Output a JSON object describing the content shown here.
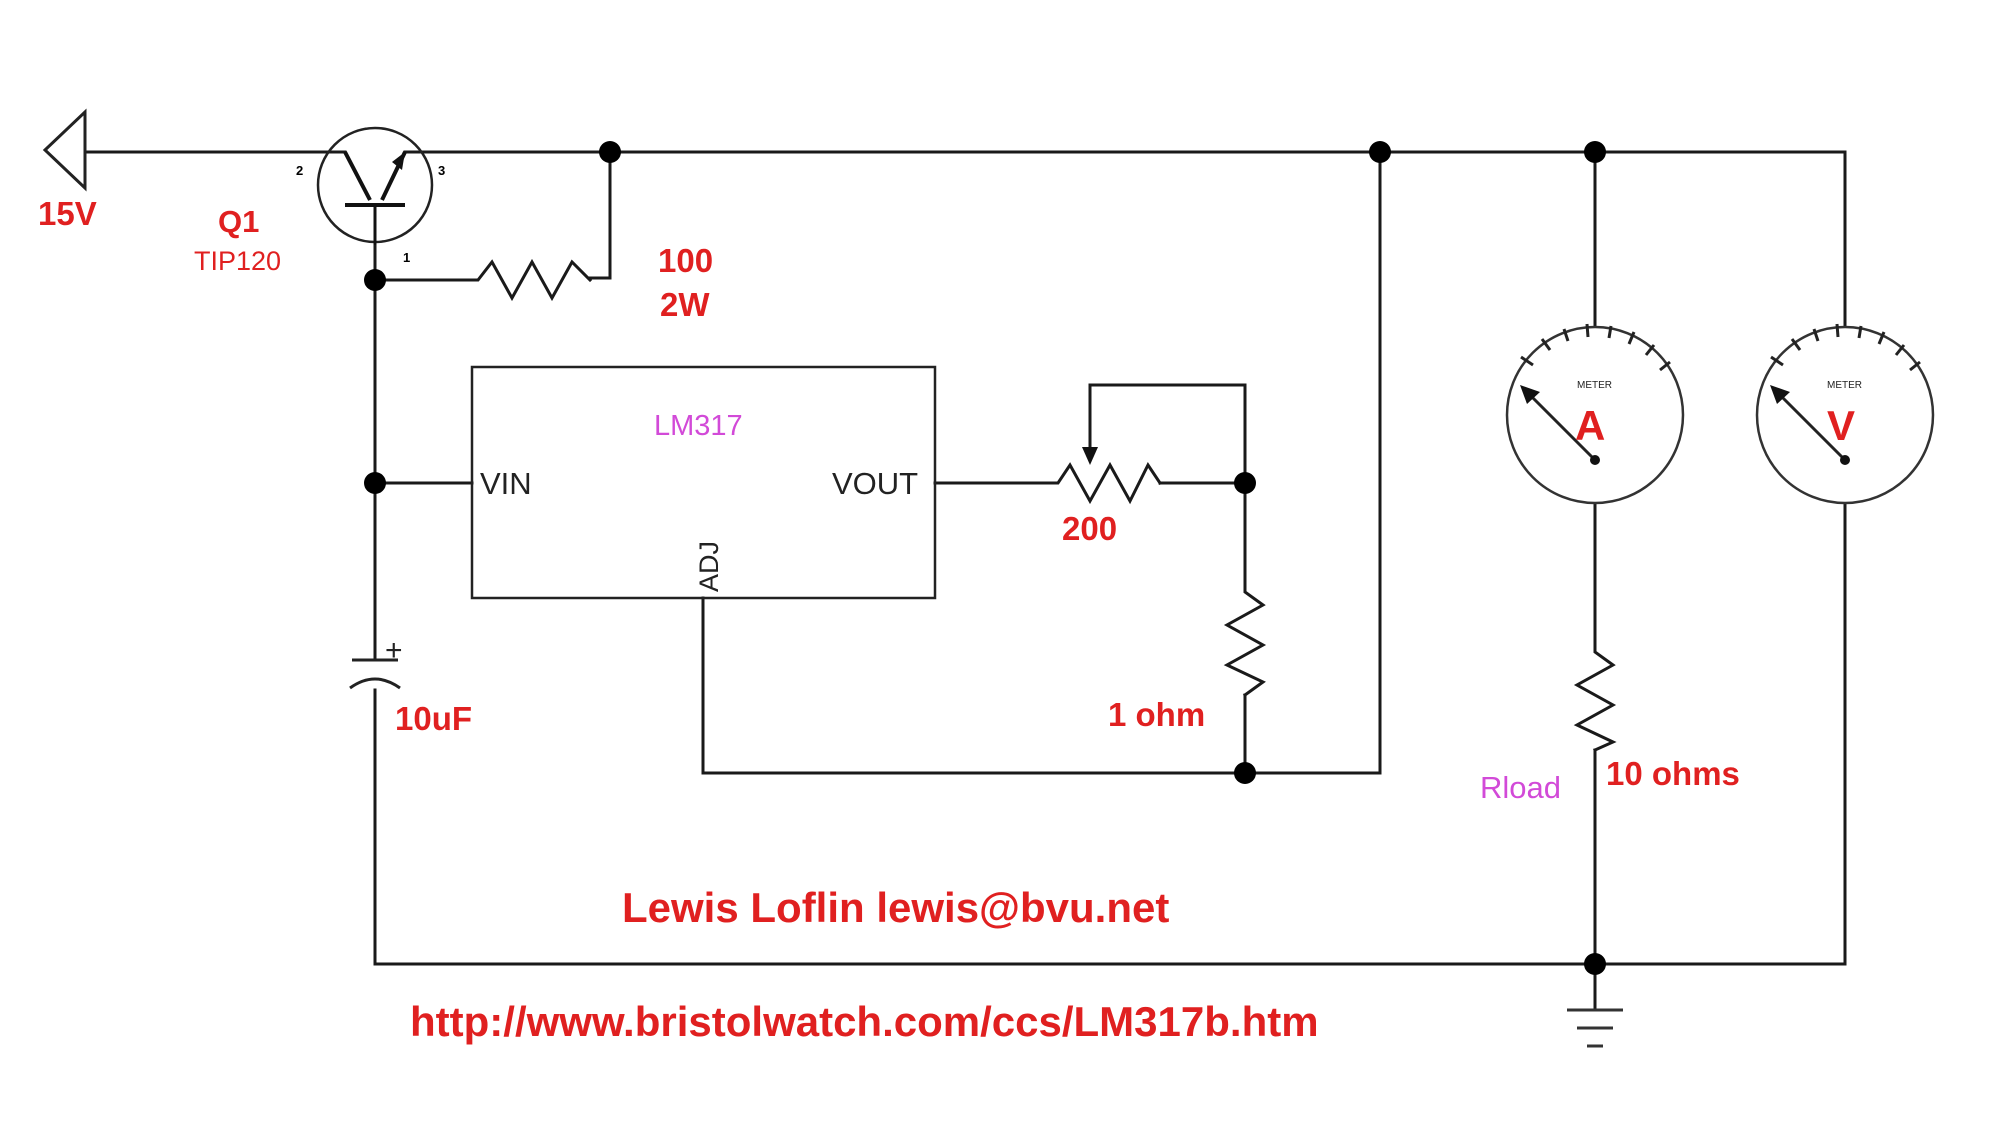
{
  "supply": {
    "label": "15V"
  },
  "transistor": {
    "ref": "Q1",
    "part": "TIP120",
    "pins": [
      "2",
      "3",
      "1"
    ]
  },
  "base_resistor": {
    "value": "100",
    "power": "2W"
  },
  "regulator": {
    "name": "LM317",
    "pin_in": "VIN",
    "pin_out": "VOUT",
    "pin_adj": "ADJ"
  },
  "pot": {
    "value": "200"
  },
  "sense_resistor": {
    "value": "1 ohm"
  },
  "capacitor": {
    "value": "10uF",
    "polarity": "+"
  },
  "load": {
    "name": "Rload",
    "value": "10 ohms"
  },
  "ammeter": {
    "letter": "A",
    "caption": "METER"
  },
  "voltmeter": {
    "letter": "V",
    "caption": "METER"
  },
  "author": "Lewis Loflin lewis@bvu.net",
  "url": "http://www.bristolwatch.com/ccs/LM317b.htm",
  "colors": {
    "label_red": "#e02020",
    "label_magenta": "#d24ad8",
    "wire": "#1a1a1a"
  }
}
